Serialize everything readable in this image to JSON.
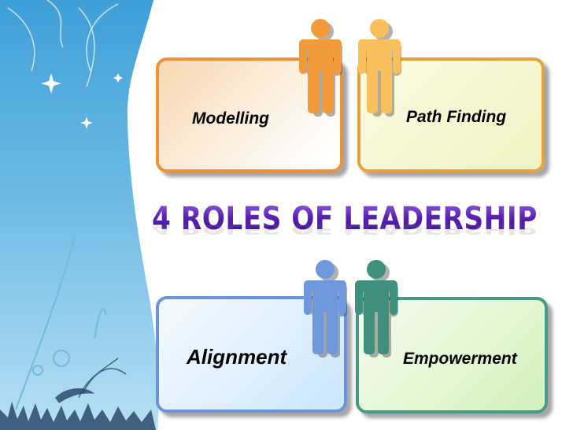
{
  "title": "4 ROLES OF LEADERSHIP",
  "colors": {
    "title": "#5a2aa8",
    "sidebar_top": "#3fa0d8",
    "sidebar_bottom": "#a8d8ef"
  },
  "roles": [
    {
      "label": "Modelling",
      "figure_color": "#f39a3a",
      "border_color": "#f0913a",
      "fill_start": "#f7dcb8",
      "fill_end": "#ffffff",
      "icon": "person-icon"
    },
    {
      "label": "Path Finding",
      "figure_color": "#fbbf5e",
      "border_color": "#e5a23f",
      "fill_start": "#fdf9dc",
      "fill_end": "#f2f5c8",
      "icon": "person-icon"
    },
    {
      "label": "Alignment",
      "figure_color": "#6f97dc",
      "border_color": "#6b94d8",
      "fill_start": "#f2f8ff",
      "fill_end": "#cfe8fb",
      "icon": "person-icon"
    },
    {
      "label": "Empowerment",
      "figure_color": "#3e8f7e",
      "border_color": "#449c87",
      "fill_start": "#f3fbec",
      "fill_end": "#d6f2c0",
      "icon": "person-icon"
    }
  ]
}
